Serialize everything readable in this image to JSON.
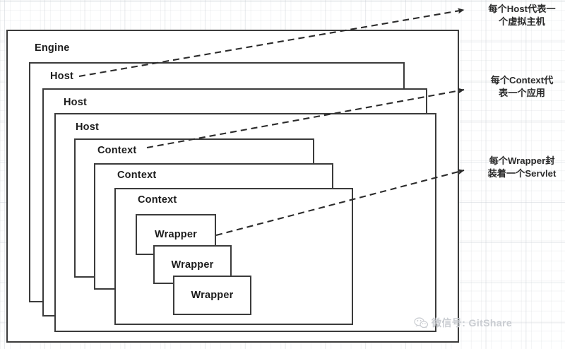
{
  "diagram": {
    "title": "Tomcat Container Hierarchy",
    "stroke_color": "#3b3b3b",
    "background_color": "#ffffff",
    "nodes": {
      "engine": {
        "label": "Engine"
      },
      "hosts": [
        {
          "label": "Host"
        },
        {
          "label": "Host"
        },
        {
          "label": "Host"
        }
      ],
      "contexts": [
        {
          "label": "Context"
        },
        {
          "label": "Context"
        },
        {
          "label": "Context"
        }
      ],
      "wrappers": [
        {
          "label": "Wrapper"
        },
        {
          "label": "Wrapper"
        },
        {
          "label": "Wrapper"
        }
      ]
    },
    "annotations": [
      {
        "line1": "每个Host代表一",
        "line2": "个虚拟主机"
      },
      {
        "line1": "每个Context代",
        "line2": "表一个应用"
      },
      {
        "line1": "每个Wrapper封",
        "line2": "装着一个Servlet"
      }
    ]
  },
  "watermark": {
    "icon": "wechat-icon",
    "text": "微信号: GitShare",
    "color": "#c9ccd1"
  }
}
